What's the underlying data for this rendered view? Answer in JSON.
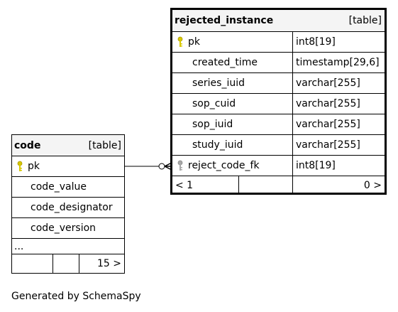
{
  "rejected_instance": {
    "name": "rejected_instance",
    "kind": "[table]",
    "columns": [
      {
        "name": "pk",
        "type": "int8[19]",
        "key": "primary"
      },
      {
        "name": "created_time",
        "type": "timestamp[29,6]",
        "key": ""
      },
      {
        "name": "series_iuid",
        "type": "varchar[255]",
        "key": ""
      },
      {
        "name": "sop_cuid",
        "type": "varchar[255]",
        "key": ""
      },
      {
        "name": "sop_iuid",
        "type": "varchar[255]",
        "key": ""
      },
      {
        "name": "study_iuid",
        "type": "varchar[255]",
        "key": ""
      },
      {
        "name": "reject_code_fk",
        "type": "int8[19]",
        "key": "foreign"
      }
    ],
    "footer": {
      "parents": "< 1",
      "middle": "",
      "children": "0 >"
    }
  },
  "code": {
    "name": "code",
    "kind": "[table]",
    "columns": [
      {
        "name": "pk",
        "key": "primary"
      },
      {
        "name": "code_value",
        "key": ""
      },
      {
        "name": "code_designator",
        "key": ""
      },
      {
        "name": "code_version",
        "key": ""
      }
    ],
    "ellipsis": "...",
    "footer": {
      "parents": "",
      "middle": "",
      "children": "15 >"
    }
  },
  "generated_by": "Generated by SchemaSpy",
  "colors": {
    "primary_key": "#d8c800",
    "foreign_key": "#a8a8a8",
    "header_bg": "#f4f4f4"
  }
}
